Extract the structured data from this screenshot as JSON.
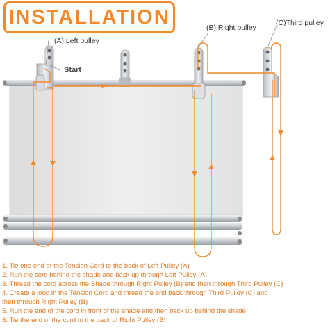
{
  "title": "INSTALLATION",
  "labels": {
    "left_pulley": "(A) Left pulley",
    "right_pulley": "(B) Right pulley",
    "third_pulley": "(C)Third pulley",
    "start": "Start"
  },
  "colors": {
    "accent": "#f08a2c",
    "text": "#e07a24",
    "shade": "#e8e8e8",
    "metal": "#c8cbd0"
  },
  "steps": [
    "1. Tie one end of the Tension Cord to the back of Left Pulley (A)",
    "2. Run the cord behind the shade and back up through Left Pulley (A)",
    "3. Thread the cord across the Shade through Right Pulley (B) and then through Third Pulley (C)",
    "4. Create a loop in the Tension Cord and thread the end back through Third Pulley (C) and",
    "then through Right Pulley (B)",
    "5. Run the end of the cord in front of the shade and then back up behind the shade",
    "6. Tie the end of the cord to the back of Right Pulley (B)"
  ]
}
